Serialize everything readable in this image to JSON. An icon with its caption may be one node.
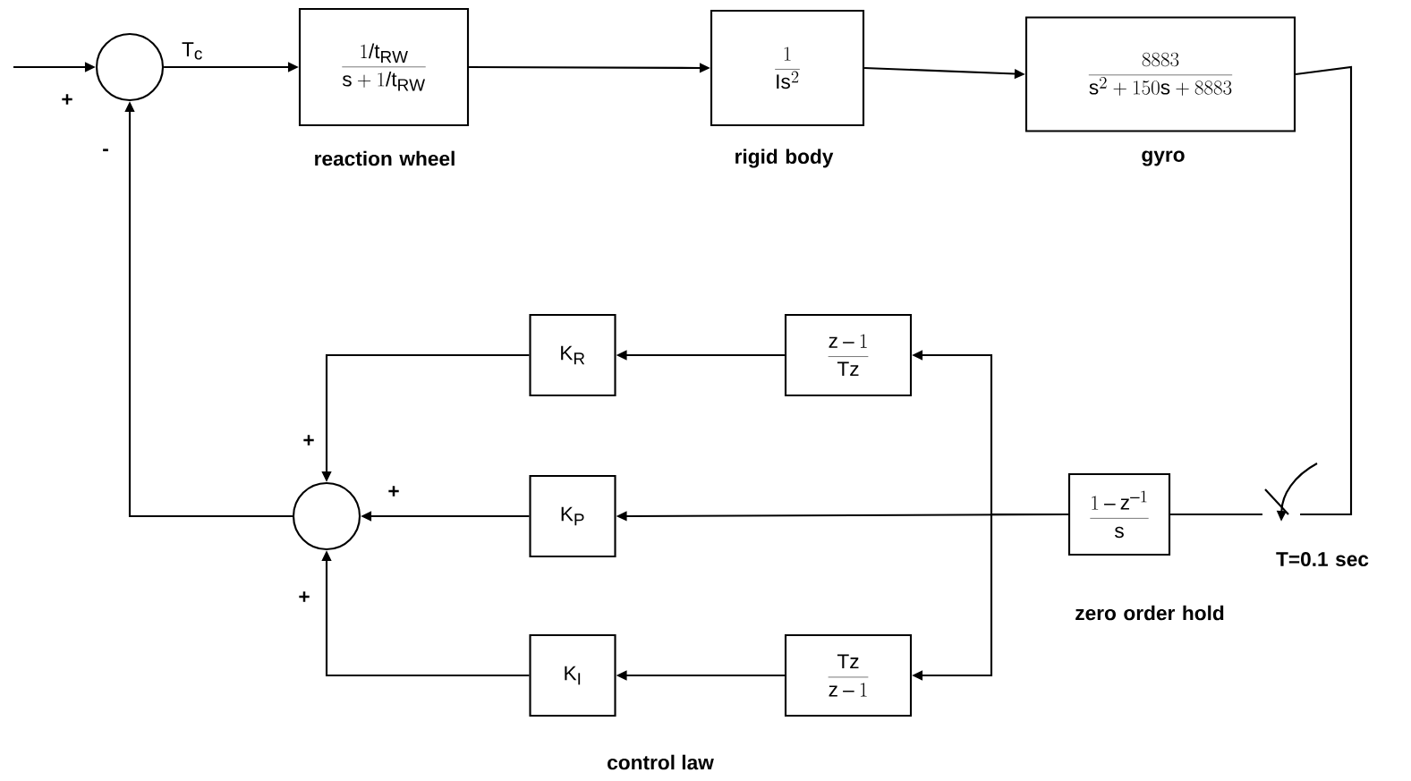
{
  "diagram": {
    "nodes": [
      {
        "text": [],
        "shape": "circle"
      },
      {
        "text": [
          "\\frac{1/t_{RW}}{s+1/t_{RW}}"
        ],
        "beside": [
          "reaction wheel"
        ]
      },
      {
        "text": [
          "\\frac{1}{Is^{2}}"
        ],
        "beside": [
          "rigid body"
        ]
      },
      {
        "text": [
          "\\frac{8883}{s^{2}+150s+8883}"
        ],
        "beside": [
          "gyro"
        ]
      },
      {
        "text": [],
        "shape": "switch",
        "beside": [
          "T=0.1 sec"
        ]
      },
      {
        "text": [
          "\\frac{1-z^{-1}}{s}"
        ],
        "beside": [
          "zero order hold"
        ]
      },
      {
        "text": [
          "K_{R}"
        ]
      },
      {
        "text": [
          "\\frac{z-1}{Tz}"
        ]
      },
      {
        "text": [
          "K_{P}"
        ]
      },
      {
        "text": [],
        "shape": "circle"
      },
      {
        "text": [
          "K_{I}"
        ]
      },
      {
        "text": [
          "\\frac{Tz}{z-1}"
        ]
      }
    ],
    "edges": [
      {
        "from": null,
        "to": 0,
        "arrow": "to"
      },
      {
        "from": 0,
        "to": 1,
        "arrow": "to",
        "label": "T_{c}"
      },
      {
        "from": 1,
        "to": 2,
        "arrow": "to"
      },
      {
        "from": 2,
        "to": 3,
        "arrow": "to"
      },
      {
        "from": 3,
        "to": 4,
        "arrow": "none"
      },
      {
        "from": 4,
        "to": 5,
        "arrow": "none"
      },
      {
        "from": 5,
        "to": 8,
        "arrow": "to"
      },
      {
        "from": 5,
        "to": 7,
        "arrow": "to"
      },
      {
        "from": 5,
        "to": 11,
        "arrow": "to"
      },
      {
        "from": 7,
        "to": 6,
        "arrow": "to"
      },
      {
        "from": 11,
        "to": 10,
        "arrow": "to"
      },
      {
        "from": 6,
        "to": 9,
        "arrow": "to"
      },
      {
        "from": 8,
        "to": 9,
        "arrow": "to"
      },
      {
        "from": 10,
        "to": 9,
        "arrow": "to"
      },
      {
        "from": 9,
        "to": 0,
        "arrow": "to"
      }
    ],
    "labels": [
      "+",
      "-",
      "+",
      "+",
      "+",
      "control law"
    ]
  }
}
